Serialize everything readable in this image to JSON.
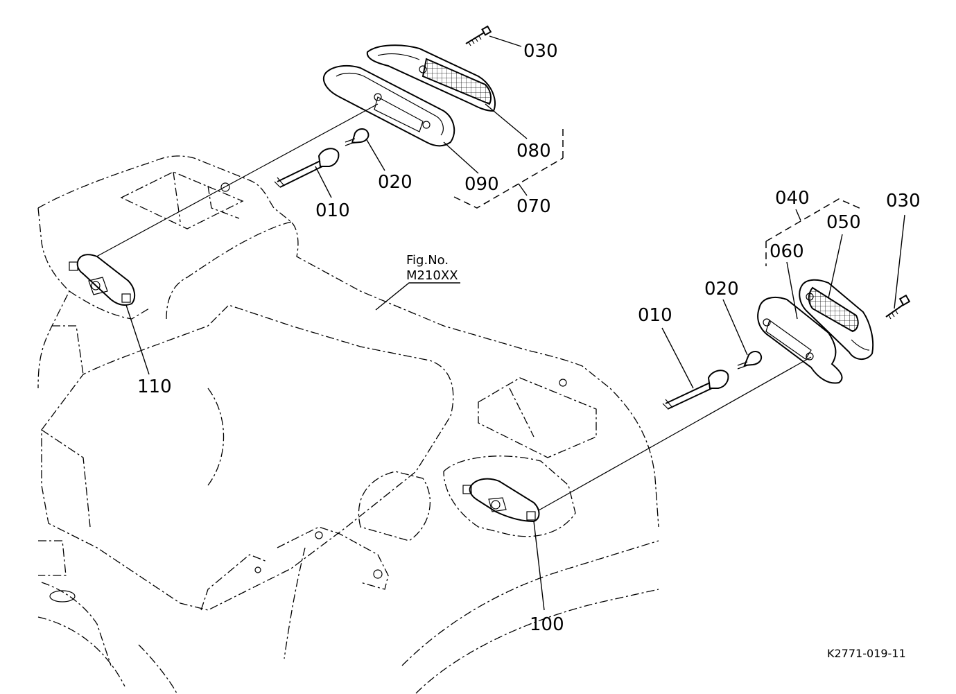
{
  "figure": {
    "ref_heading": "Fig.No.",
    "ref_number": "M210XX",
    "drawing_id": "K2771-019-11"
  },
  "callouts": {
    "top": {
      "p030": "030",
      "p080": "080",
      "p020": "020",
      "p090": "090",
      "p010": "010",
      "p070": "070"
    },
    "right": {
      "p040": "040",
      "p030": "030",
      "p050": "050",
      "p060": "060",
      "p020": "020",
      "p010": "010"
    },
    "left_mount": "110",
    "right_mount": "100"
  },
  "colors": {
    "ink": "#000000",
    "paper": "#ffffff"
  }
}
